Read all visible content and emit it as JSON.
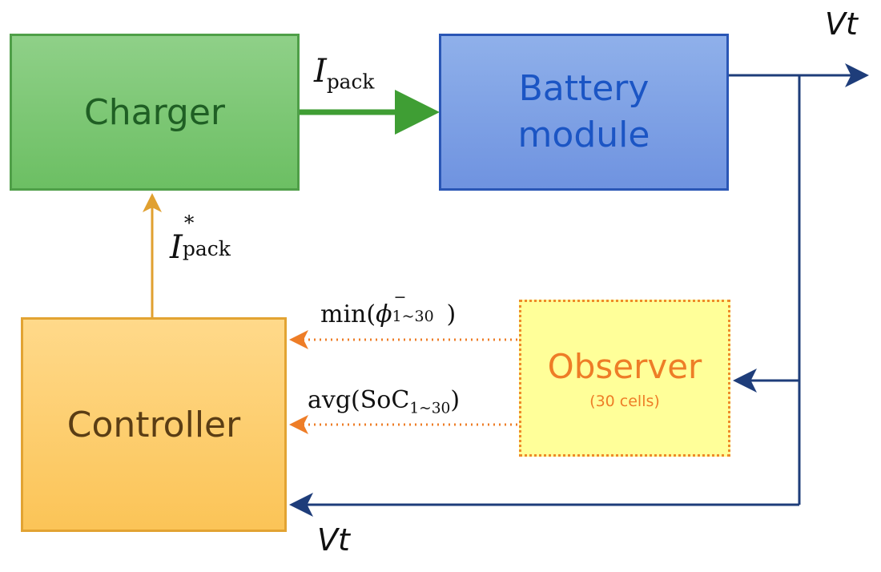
{
  "blocks": {
    "charger": "Charger",
    "battery_line1": "Battery",
    "battery_line2": "module",
    "controller": "Controller",
    "observer": "Observer",
    "observer_sub": "(30 cells)"
  },
  "signals": {
    "ipack_symbol": "I",
    "ipack_sub": "pack",
    "ipack_ref_symbol": "I",
    "ipack_ref_sup": "*",
    "ipack_ref_sub": "pack",
    "vt_symbol": "V",
    "vt_sub": "t",
    "min_prefix": "min(",
    "min_phi": "ϕ",
    "min_sup": "−",
    "min_sub": "1~30",
    "min_suffix": ")",
    "avg_prefix": "avg(SoC",
    "avg_sub": "1~30",
    "avg_suffix": ")"
  },
  "colors": {
    "charger_fill": "#6cbf63",
    "battery_fill": "#6f93e0",
    "controller_fill": "#fbc457",
    "observer_fill": "#ffff99",
    "current_arrow": "#3f9e34",
    "reference_arrow": "#e0a030",
    "voltage_line": "#1e3d7a",
    "estimate_line": "#ee7d27"
  }
}
